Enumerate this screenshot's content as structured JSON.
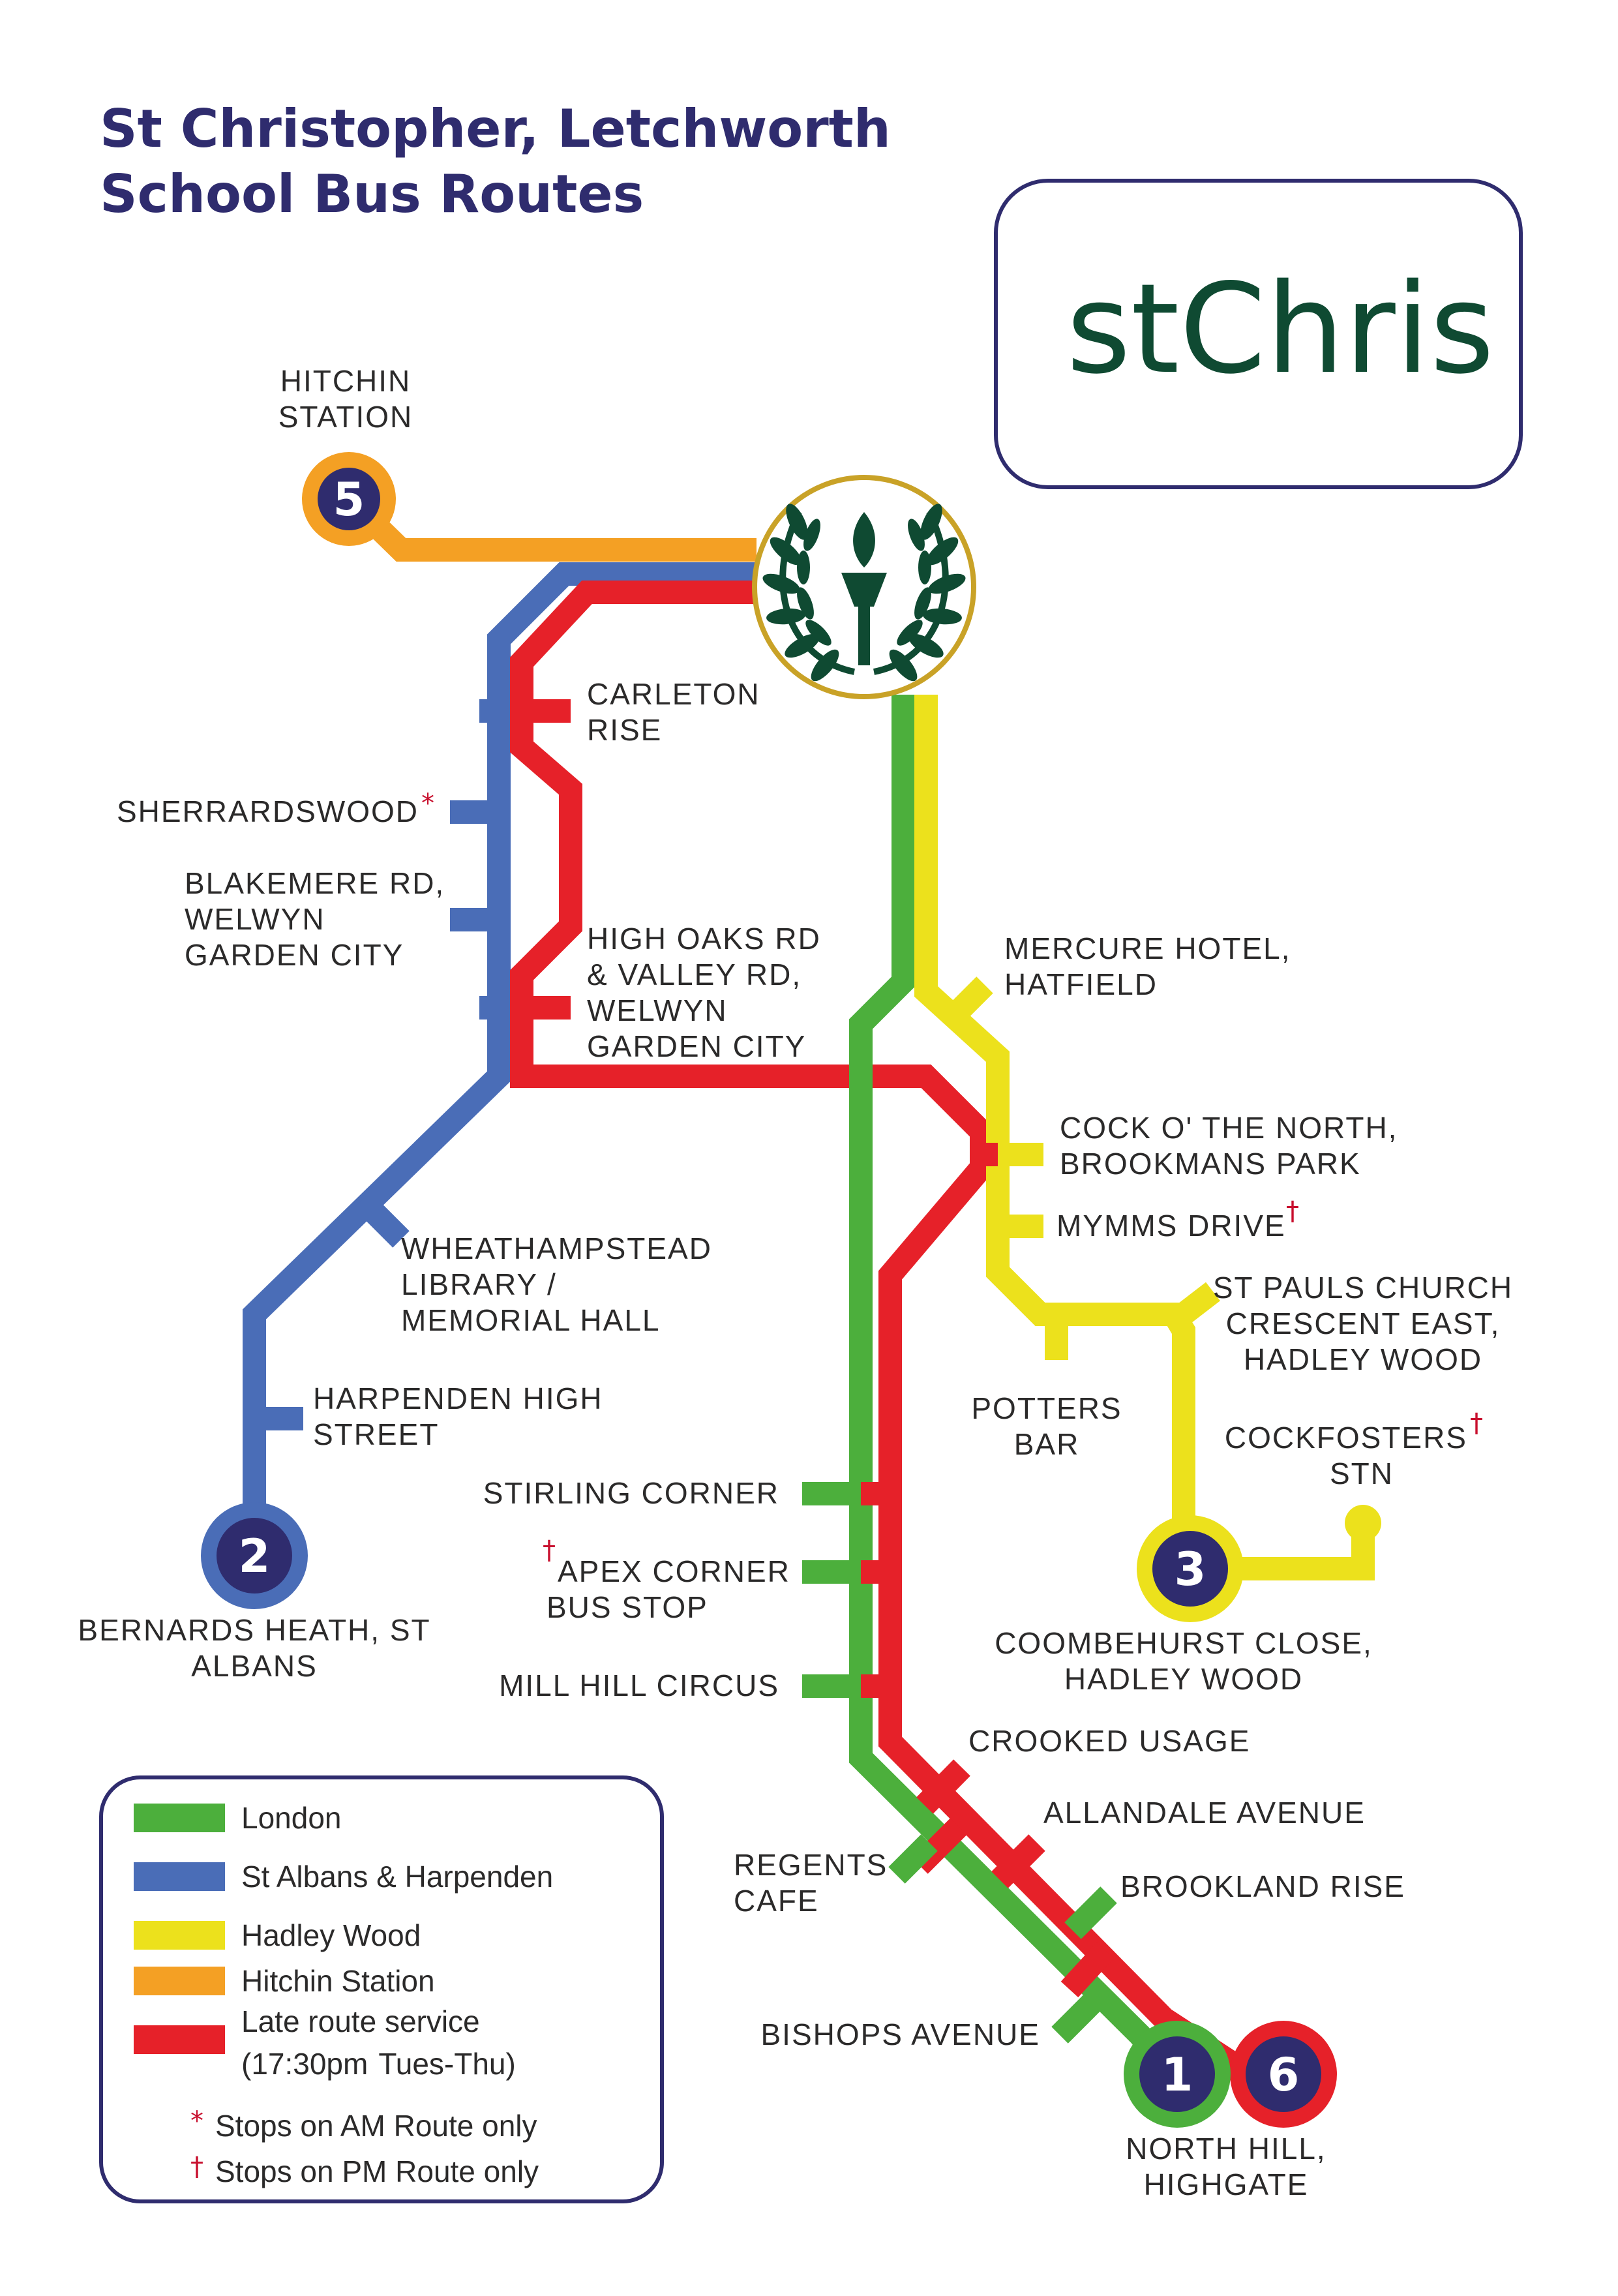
{
  "title": {
    "line1": "St Christopher, Letchworth",
    "line2": "School Bus Routes"
  },
  "brand": {
    "logo_text": "stChris",
    "emblem_icon": "laurel-wreath-torch-icon"
  },
  "colors": {
    "london": "#4caf3c",
    "st_albans": "#4a6db7",
    "hadley_wood": "#ece11c",
    "hitchin": "#f4a024",
    "late": "#e62129",
    "navy": "#2f2c6e",
    "brand_green": "#0f4a32",
    "gold": "#c9a227"
  },
  "routes": [
    {
      "number": "5",
      "terminus": [
        "HITCHIN",
        "STATION"
      ]
    },
    {
      "number": "2",
      "terminus": [
        "BERNARDS HEATH, ST",
        "ALBANS"
      ]
    },
    {
      "number": "3",
      "terminus": [
        "COOMBEHURST CLOSE,",
        "HADLEY WOOD"
      ]
    },
    {
      "number": "1",
      "terminus": [
        "NORTH HILL,",
        "HIGHGATE"
      ]
    },
    {
      "number": "6",
      "terminus": []
    }
  ],
  "stops": {
    "carleton_rise": [
      "CARLETON",
      "RISE"
    ],
    "sherrardswood": "SHERRARDSWOOD",
    "sherrardswood_mark": "*",
    "blakemere": [
      "BLAKEMERE RD,",
      "WELWYN",
      "GARDEN CITY"
    ],
    "high_oaks": [
      "HIGH OAKS RD",
      "& VALLEY RD,",
      "WELWYN",
      "GARDEN CITY"
    ],
    "mercure": [
      "MERCURE HOTEL,",
      "HATFIELD"
    ],
    "cock_o_north": [
      "COCK O' THE NORTH,",
      "BROOKMANS PARK"
    ],
    "mymms_drive": "MYMMS DRIVE",
    "mymms_mark": "†",
    "wheathampstead": [
      "WHEATHAMPSTEAD",
      "LIBRARY /",
      "MEMORIAL HALL"
    ],
    "st_pauls": [
      "ST PAULS CHURCH",
      "CRESCENT EAST,",
      "HADLEY WOOD"
    ],
    "harpenden": [
      "HARPENDEN HIGH",
      "STREET"
    ],
    "potters_bar": [
      "POTTERS",
      "BAR"
    ],
    "cockfosters": [
      "COCKFOSTERS",
      "STN"
    ],
    "cockfosters_mark": "†",
    "stirling_corner": "STIRLING CORNER",
    "apex_corner": [
      "APEX CORNER",
      "BUS STOP"
    ],
    "apex_mark": "†",
    "mill_hill": "MILL HILL CIRCUS",
    "crooked_usage": "CROOKED USAGE",
    "allandale": "ALLANDALE AVENUE",
    "regents_cafe": [
      "REGENTS",
      "CAFE"
    ],
    "brookland_rise": "BROOKLAND RISE",
    "bishops_avenue": "BISHOPS AVENUE"
  },
  "legend": {
    "items": [
      {
        "label": "London",
        "color": "#4caf3c"
      },
      {
        "label": "St Albans & Harpenden",
        "color": "#4a6db7"
      },
      {
        "label": "Hadley Wood",
        "color": "#ece11c"
      },
      {
        "label": "Hitchin Station",
        "color": "#f4a024"
      },
      {
        "label": "Late route service",
        "color": "#e62129"
      }
    ],
    "late_note_bold": "(17:30pm",
    "late_note_light": "Tues-Thu)",
    "am_mark": "*",
    "am_text": "Stops on AM Route only",
    "pm_mark": "†",
    "pm_text": "Stops on PM Route only"
  }
}
